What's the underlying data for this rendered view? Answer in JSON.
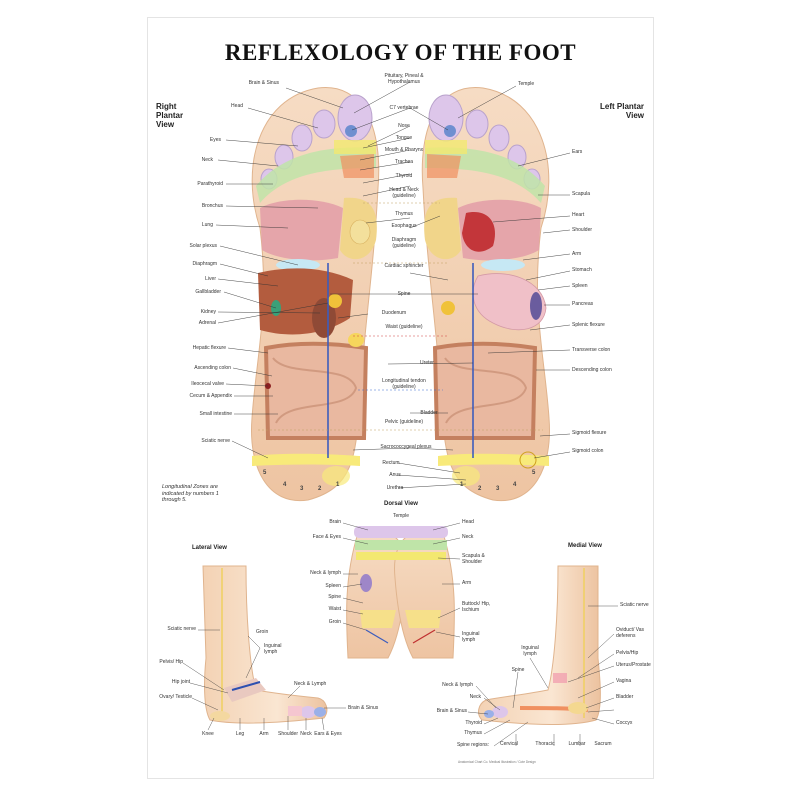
{
  "title": "REFLEXOLOGY OF THE FOOT",
  "views": {
    "right_plantar": "Right Plantar View",
    "left_plantar": "Left Plantar View",
    "dorsal": "Dorsal View",
    "lateral": "Lateral View",
    "medial": "Medial View"
  },
  "right_labels": [
    "Brain & Sinus",
    "Head",
    "Eyes",
    "Neck",
    "Parathyroid",
    "Bronchus",
    "Lung",
    "Solar plexus",
    "Diaphragm",
    "Liver",
    "Gallbladder",
    "Kidney",
    "Adrenal",
    "Hepatic flexure",
    "Ascending colon",
    "Ileocecal valve",
    "Cecum & Appendix",
    "Small intestine",
    "Sciatic nerve"
  ],
  "center_labels": [
    "Pituitary, Pineal & Hypothalamus",
    "C7 vertebrae",
    "Nose",
    "Tongue",
    "Mouth & Pharynx",
    "Trachea",
    "Thyroid",
    "Head & Neck (guideline)",
    "Thymus",
    "Esophagus",
    "Diaphragm (guideline)",
    "Cardiac sphincter",
    "Spine",
    "Duodenum",
    "Waist (guideline)",
    "Ureter",
    "Longitudinal tendon (guideline)",
    "Bladder",
    "Pelvic (guideline)",
    "Sacrococcygeal plexus",
    "Rectum",
    "Anus",
    "Urethra"
  ],
  "left_labels": [
    "Temple",
    "Ears",
    "Scapula",
    "Heart",
    "Shoulder",
    "Arm",
    "Stomach",
    "Spleen",
    "Pancreas",
    "Splenic flexure",
    "Transverse colon",
    "Descending colon",
    "Sigmoid flexure",
    "Sigmoid colon"
  ],
  "note": "Longitudinal Zones are indicated by numbers 1 through 5.",
  "zones_right": [
    "5",
    "4",
    "3",
    "2",
    "1"
  ],
  "zones_left": [
    "1",
    "2",
    "3",
    "4",
    "5"
  ],
  "dorsal_labels_left": [
    "Brain",
    "Face & Eyes",
    "Neck & lymph",
    "Spleen",
    "Spine",
    "Waist",
    "Groin"
  ],
  "dorsal_labels_right": [
    "Head",
    "Neck",
    "Scapula & Shoulder",
    "Arm",
    "Buttock/ Hip, Ischium",
    "Inguinal lymph"
  ],
  "dorsal_top": "Temple",
  "lateral_labels": [
    "Sciatic nerve",
    "Groin",
    "Inguinal lymph",
    "Pelvis/ Hip",
    "Hip joint",
    "Ovary/ Testicle",
    "Knee",
    "Leg",
    "Arm",
    "Shoulder",
    "Neck & Lymph",
    "Brain & Sinus",
    "Neck",
    "Ears & Eyes"
  ],
  "medial_labels": [
    "Sciatic nerve",
    "Inguinal lymph",
    "Oviduct/ Vas deferens",
    "Pelvis/Hip",
    "Uterus/Prostate",
    "Vagina",
    "Bladder",
    "Coccyx",
    "Spine",
    "Neck & lymph",
    "Neck",
    "Brain & Sinus",
    "Thyroid",
    "Thymus",
    "Spine regions:",
    "Cervical",
    "Thoracic",
    "Lumbar",
    "Sacrum"
  ],
  "credit": "Anatomical Chart Co. Medical Illustration / Cote Design"
}
